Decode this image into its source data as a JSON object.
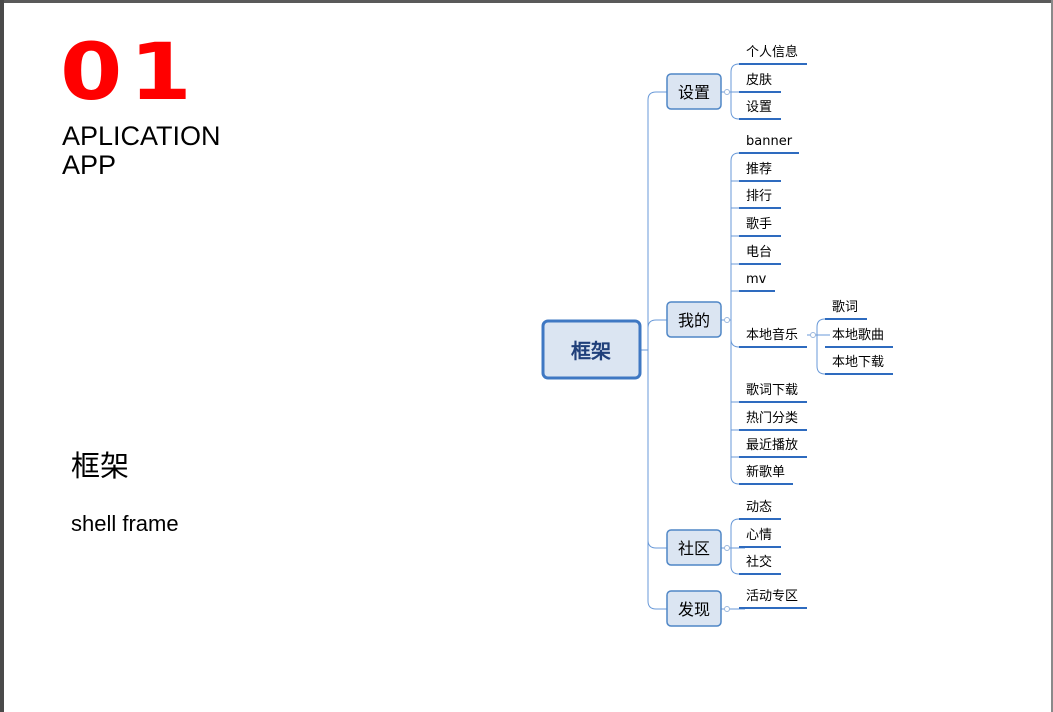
{
  "header": {
    "number": "01",
    "subtitle_line1": "APLICATION",
    "subtitle_line2": "APP"
  },
  "section": {
    "title_cn": "框架",
    "title_en": "shell frame"
  },
  "mindmap": {
    "root": "框架",
    "branches": [
      {
        "label": "设置",
        "children": [
          {
            "label": "个人信息"
          },
          {
            "label": "皮肤"
          },
          {
            "label": "设置"
          }
        ]
      },
      {
        "label": "我的",
        "children": [
          {
            "label": "banner"
          },
          {
            "label": "推荐"
          },
          {
            "label": "排行"
          },
          {
            "label": "歌手"
          },
          {
            "label": "电台"
          },
          {
            "label": "mv"
          },
          {
            "label": "本地音乐",
            "children": [
              {
                "label": "歌词"
              },
              {
                "label": "本地歌曲"
              },
              {
                "label": "本地下载"
              }
            ]
          },
          {
            "label": "歌词下载"
          },
          {
            "label": "热门分类"
          },
          {
            "label": "最近播放"
          },
          {
            "label": "新歌单"
          }
        ]
      },
      {
        "label": "社区",
        "children": [
          {
            "label": "动态"
          },
          {
            "label": "心情"
          },
          {
            "label": "社交"
          }
        ]
      },
      {
        "label": "发现",
        "children": [
          {
            "label": "活动专区"
          }
        ]
      }
    ]
  }
}
